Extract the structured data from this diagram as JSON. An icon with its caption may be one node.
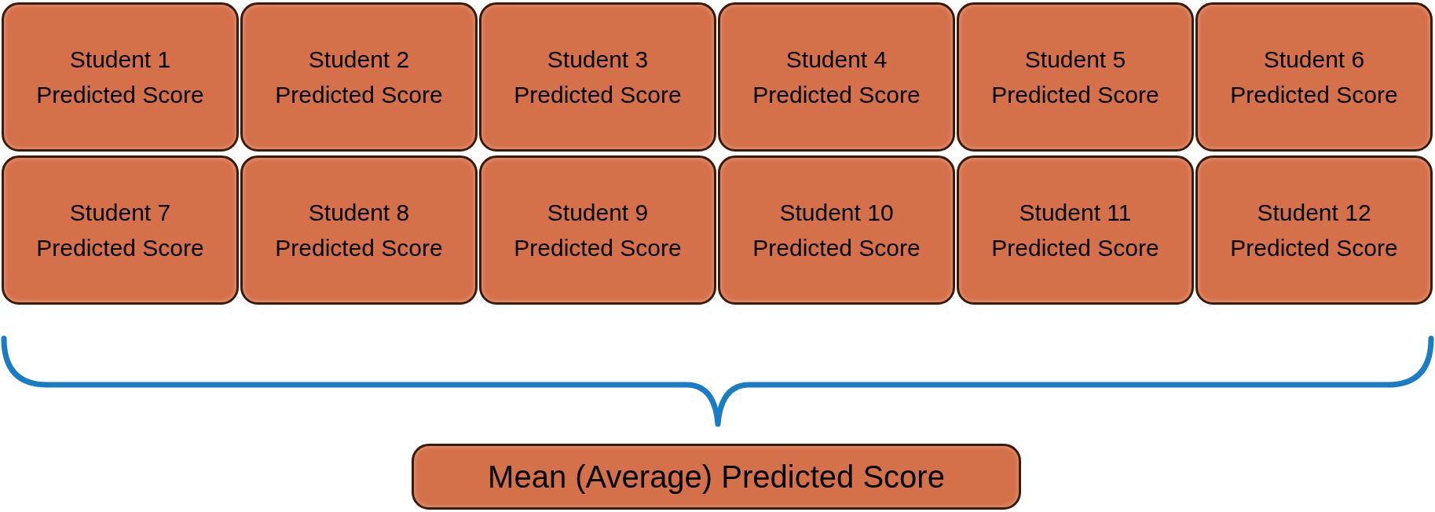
{
  "diagram": {
    "nodes": [
      {
        "text": [
          "Student 1 Predicted Score"
        ]
      },
      {
        "text": [
          "Student 2 Predicted Score"
        ]
      },
      {
        "text": [
          "Student 3 Predicted Score"
        ]
      },
      {
        "text": [
          "Student 4 Predicted Score"
        ]
      },
      {
        "text": [
          "Student 5 Predicted Score"
        ]
      },
      {
        "text": [
          "Student 6 Predicted Score"
        ]
      },
      {
        "text": [
          "Student 7 Predicted Score"
        ]
      },
      {
        "text": [
          "Student 8 Predicted Score"
        ]
      },
      {
        "text": [
          "Student 9 Predicted Score"
        ]
      },
      {
        "text": [
          "Student 10 Predicted Score"
        ]
      },
      {
        "text": [
          "Student 11 Predicted Score"
        ]
      },
      {
        "text": [
          "Student 12 Predicted Score"
        ]
      },
      {
        "text": [
          "Mean (Average) Predicted Score"
        ]
      }
    ]
  }
}
